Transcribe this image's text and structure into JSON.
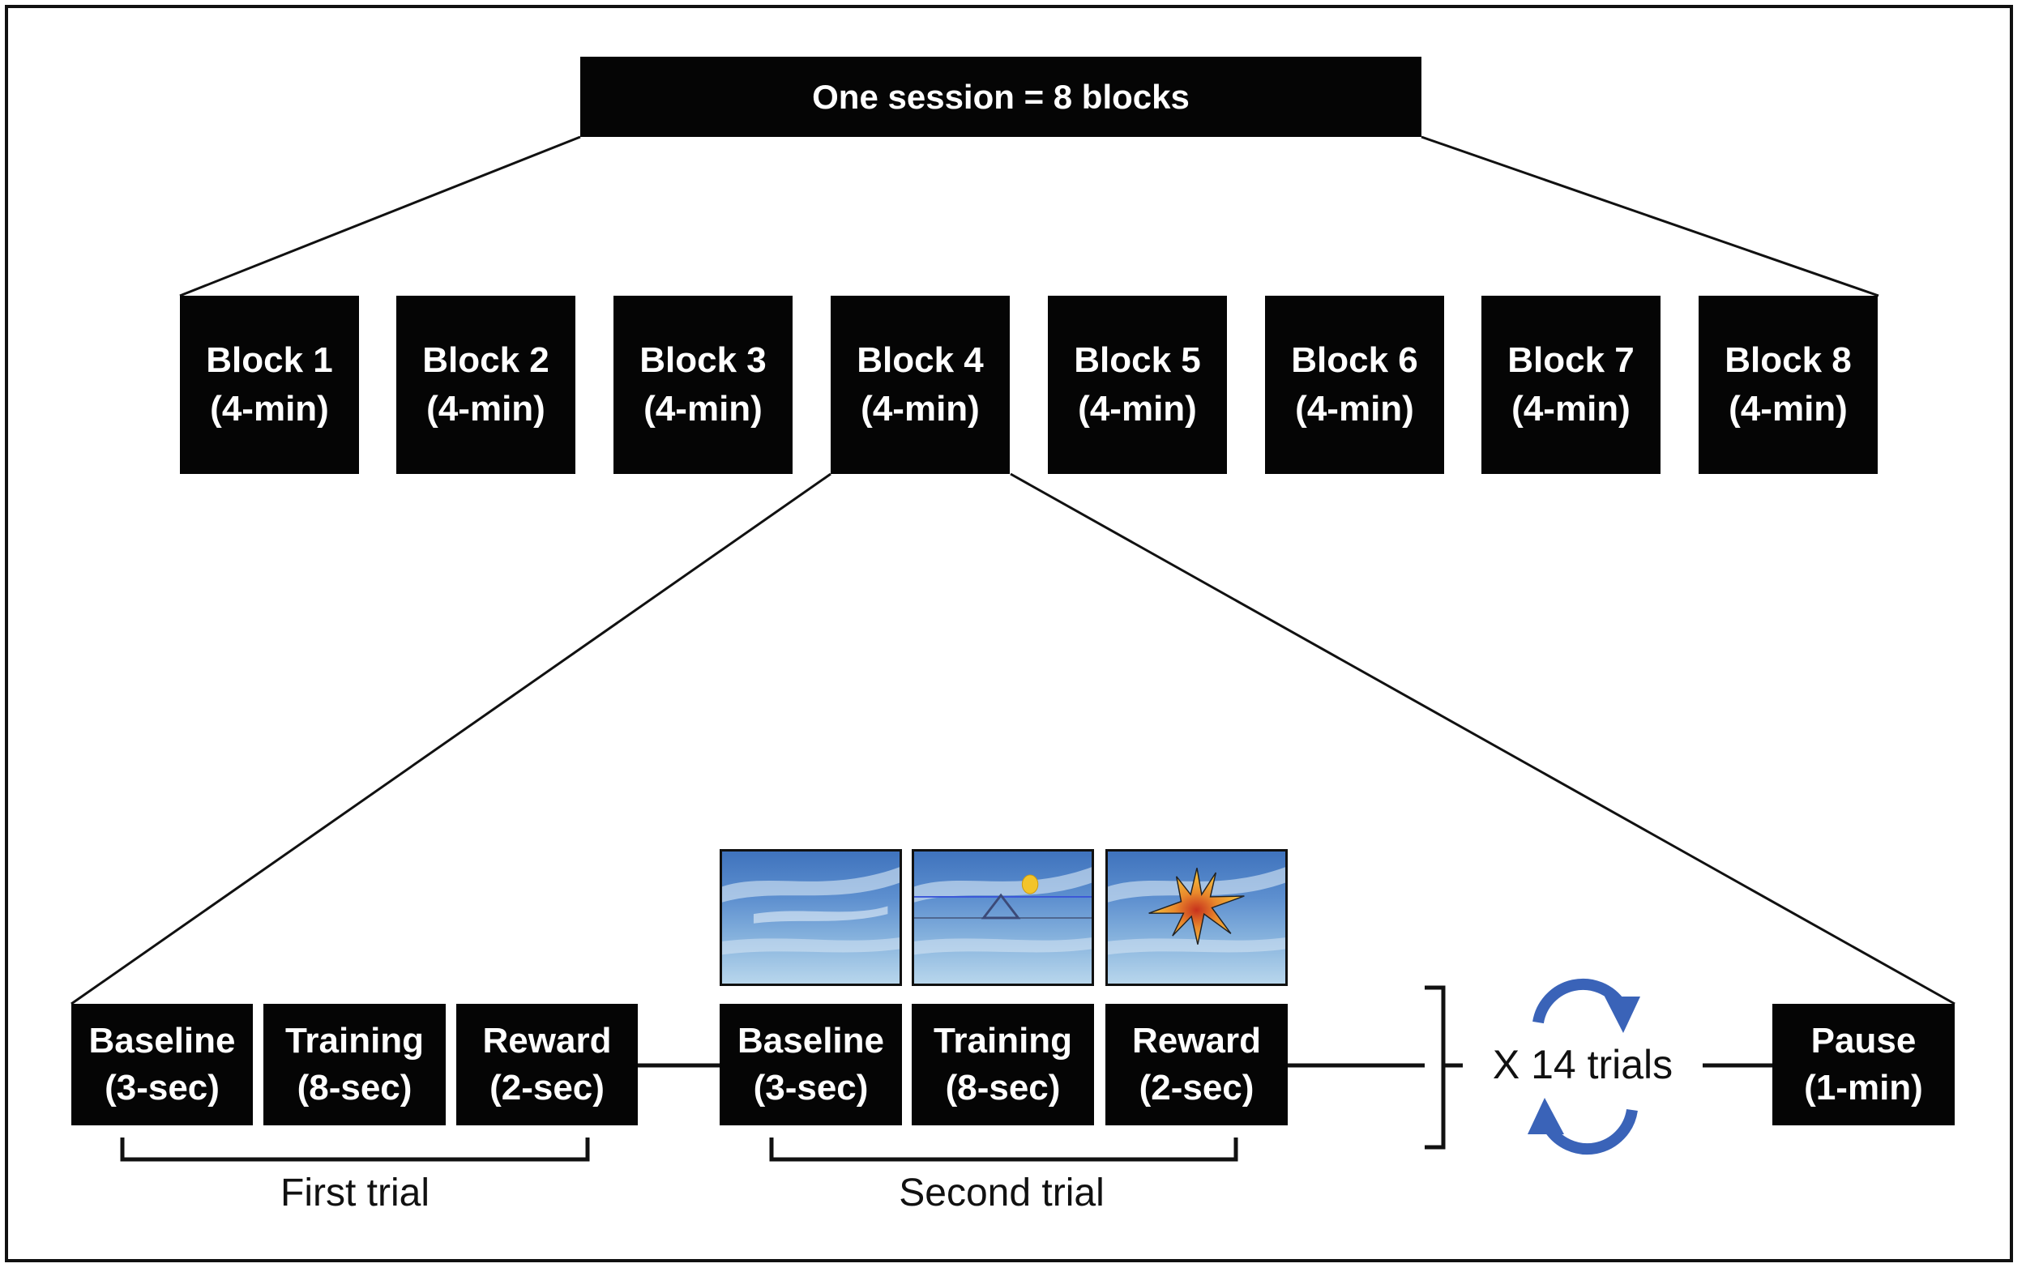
{
  "session": {
    "title": "One session = 8 blocks"
  },
  "blocks": [
    {
      "name": "Block 1",
      "duration": "(4-min)"
    },
    {
      "name": "Block 2",
      "duration": "(4-min)"
    },
    {
      "name": "Block 3",
      "duration": "(4-min)"
    },
    {
      "name": "Block 4",
      "duration": "(4-min)"
    },
    {
      "name": "Block 5",
      "duration": "(4-min)"
    },
    {
      "name": "Block 6",
      "duration": "(4-min)"
    },
    {
      "name": "Block 7",
      "duration": "(4-min)"
    },
    {
      "name": "Block 8",
      "duration": "(4-min)"
    }
  ],
  "first_trial": {
    "label": "First trial",
    "phases": [
      {
        "name": "Baseline",
        "duration": "(3-sec)"
      },
      {
        "name": "Training",
        "duration": "(8-sec)"
      },
      {
        "name": "Reward",
        "duration": "(2-sec)"
      }
    ]
  },
  "second_trial": {
    "label": "Second trial",
    "phases": [
      {
        "name": "Baseline",
        "duration": "(3-sec)"
      },
      {
        "name": "Training",
        "duration": "(8-sec)"
      },
      {
        "name": "Reward",
        "duration": "(2-sec)"
      }
    ],
    "images": [
      "sky-background",
      "sky-with-target-and-ball",
      "sky-with-star-reward"
    ]
  },
  "repeat": {
    "label": "X 14 trials",
    "icon": "repeat-cycle-arrows",
    "color": "#3a63b8"
  },
  "pause": {
    "name": "Pause",
    "duration": "(1-min)"
  }
}
